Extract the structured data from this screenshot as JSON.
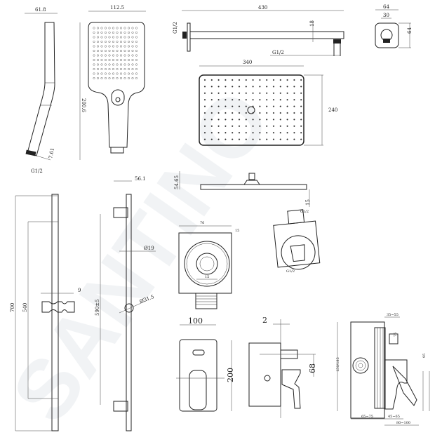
{
  "watermark": "SANTINO",
  "hand_shower_side": {
    "width": "61.8",
    "angle": "7.61",
    "thread": "G1/2"
  },
  "hand_shower_front": {
    "width": "112.5",
    "length": "200.6"
  },
  "shower_arm": {
    "length": "430",
    "thread_wall": "G1/2",
    "diameter": "18",
    "thread_outlet": "G1/2"
  },
  "wall_flange": {
    "width": "64",
    "inner": "30",
    "height": "64"
  },
  "head_shower_top": {
    "width": "340",
    "depth": "240"
  },
  "head_shower_side": {
    "height": "54.65",
    "thickness": "15"
  },
  "slide_rail_front": {
    "total": "700",
    "inner": "540",
    "holder": "9"
  },
  "slide_rail_side": {
    "offset": "56.1",
    "tube": "Ø19",
    "knob": "Ø31.5",
    "span": "590±5"
  },
  "wall_outlet": {
    "width": "76",
    "side": "15",
    "inner": "15",
    "thread": "G1/2",
    "thread2": "G1/2"
  },
  "mixer_front": {
    "width": "100",
    "height": "200"
  },
  "mixer_side": {
    "depth": "2",
    "offset": "68"
  },
  "mixer_body": {
    "height": "150/185",
    "a": "35~55",
    "b": "45~65",
    "c": "65~75",
    "d": "80~100",
    "e": "75",
    "f": "95"
  }
}
